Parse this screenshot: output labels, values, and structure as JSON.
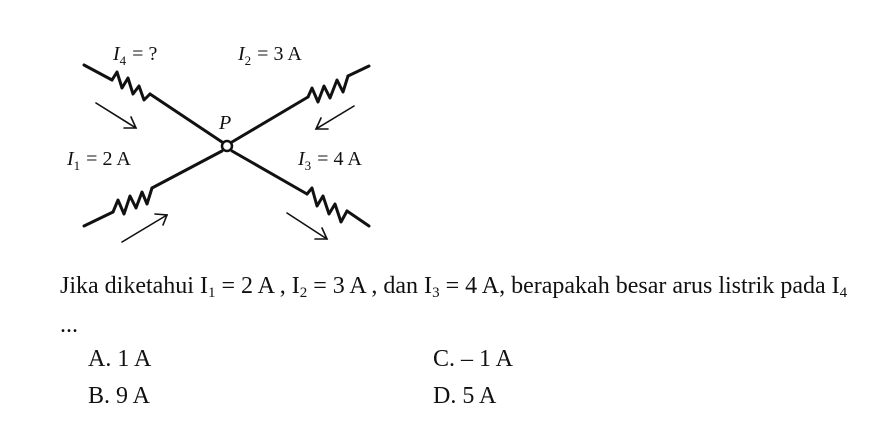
{
  "diagram": {
    "node_label": "P",
    "currents": [
      {
        "id": "I4",
        "letter": "I",
        "subscript": "4",
        "value": "= ?"
      },
      {
        "id": "I2",
        "letter": "I",
        "subscript": "2",
        "value": "= 3 A"
      },
      {
        "id": "I1",
        "letter": "I",
        "subscript": "1",
        "value": "= 2 A"
      },
      {
        "id": "I3",
        "letter": "I",
        "subscript": "3",
        "value": "= 4 A"
      }
    ]
  },
  "question": {
    "part1": "Jika diketahui I",
    "s1": "1",
    "part2": " = 2 A , I",
    "s2": "2",
    "part3": " = 3 A , dan I",
    "s3": "3",
    "part4": " = 4 A, berapakah besar arus listrik pada I",
    "s4": "4",
    "part5": " ..."
  },
  "options": [
    {
      "key": "A",
      "label": "A. 1 A"
    },
    {
      "key": "C",
      "label": "C. – 1 A"
    },
    {
      "key": "B",
      "label": "B. 9 A"
    },
    {
      "key": "D",
      "label": "D. 5 A"
    }
  ]
}
